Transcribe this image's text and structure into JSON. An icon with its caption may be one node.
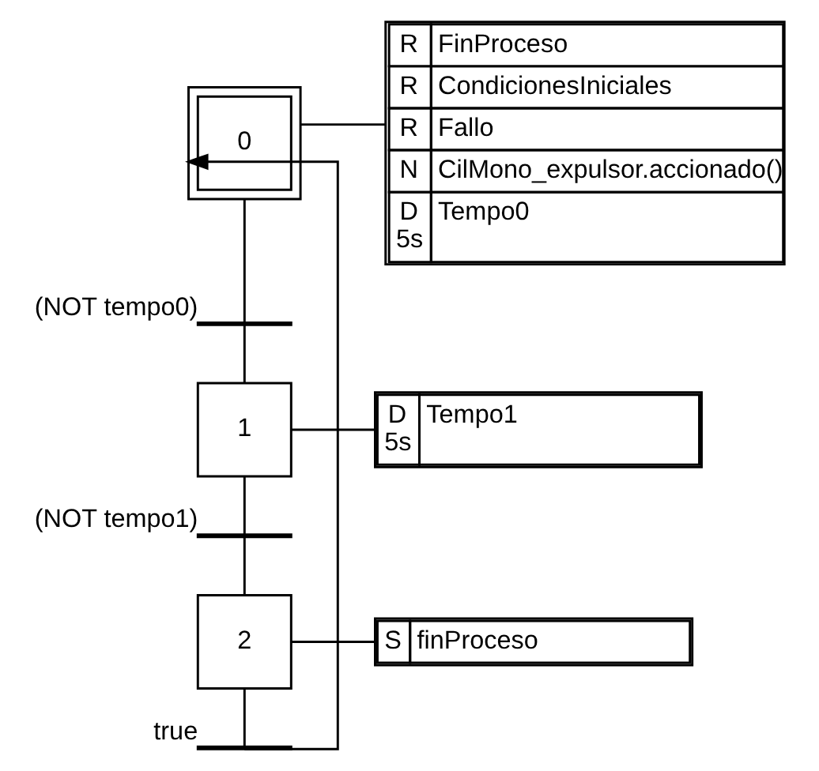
{
  "diagram": {
    "nodes": [
      {
        "text": [
          "0"
        ]
      },
      {
        "text": [
          "R",
          "FinProceso",
          "R",
          "CondicionesIniciales",
          "R",
          "Fallo",
          "N",
          "CilMono_expulsor.accionado()",
          "D",
          "Tempo0",
          "5s"
        ]
      },
      {
        "text": [],
        "shape": "bar",
        "beside": [
          "(NOT tempo0)"
        ]
      },
      {
        "text": [
          "1"
        ]
      },
      {
        "text": [
          "D",
          "Tempo1",
          "5s"
        ]
      },
      {
        "text": [],
        "shape": "bar",
        "beside": [
          "(NOT tempo1)"
        ]
      },
      {
        "text": [
          "2"
        ]
      },
      {
        "text": [
          "S",
          "finProceso"
        ]
      },
      {
        "text": [],
        "shape": "bar",
        "beside": [
          "true"
        ]
      }
    ],
    "edges": [
      {
        "from": 0,
        "to": 1,
        "arrow": "none"
      },
      {
        "from": 0,
        "to": 2,
        "arrow": "none"
      },
      {
        "from": 2,
        "to": 3,
        "arrow": "none"
      },
      {
        "from": 3,
        "to": 4,
        "arrow": "none"
      },
      {
        "from": 3,
        "to": 5,
        "arrow": "none"
      },
      {
        "from": 5,
        "to": 6,
        "arrow": "none"
      },
      {
        "from": 6,
        "to": 7,
        "arrow": "none"
      },
      {
        "from": 6,
        "to": 8,
        "arrow": "none"
      },
      {
        "from": 8,
        "to": 0,
        "arrow": "to"
      }
    ]
  }
}
